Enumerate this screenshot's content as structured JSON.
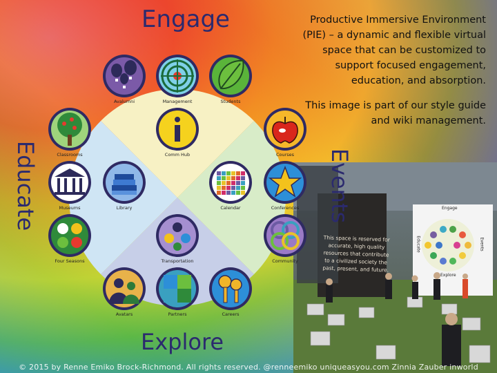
{
  "sections": {
    "engage": "Engage",
    "educate": "Educate",
    "explore": "Explore",
    "events": "Events"
  },
  "description": {
    "p1": "Productive Immersive Environment (PIE) – a dynamic and flexible virtual space that can be customized to support focused engagement, education, and absorption.",
    "p2": "This image is part of our style guide and wiki management."
  },
  "icons": [
    {
      "label": "Avalumni",
      "icon": "hot-air-balloons-icon"
    },
    {
      "label": "Management",
      "icon": "radar-grid-icon"
    },
    {
      "label": "Students",
      "icon": "leaf-icon"
    },
    {
      "label": "Classrooms",
      "icon": "apple-tree-icon"
    },
    {
      "label": "Comm Hub",
      "icon": "info-icon"
    },
    {
      "label": "Courses",
      "icon": "apple-icon"
    },
    {
      "label": "Museums",
      "icon": "museum-columns-icon"
    },
    {
      "label": "Library",
      "icon": "books-icon"
    },
    {
      "label": "Calendar",
      "icon": "calendar-grid-icon"
    },
    {
      "label": "Conferences",
      "icon": "star-icon"
    },
    {
      "label": "Four Seasons",
      "icon": "four-seasons-icon"
    },
    {
      "label": "Transportation",
      "icon": "transportation-icon"
    },
    {
      "label": "Community",
      "icon": "celtic-knot-icon"
    },
    {
      "label": "Avatars",
      "icon": "people-silhouettes-icon"
    },
    {
      "label": "Partners",
      "icon": "puzzle-pieces-icon"
    },
    {
      "label": "Careers",
      "icon": "keys-icon"
    }
  ],
  "screenshot": {
    "board_text": "This space is reserved for accurate, high quality resources that contribute to a civilized society the past, present, and future.",
    "mini": {
      "engage": "Engage",
      "explore": "Explore",
      "educate": "Educate",
      "events": "Events"
    }
  },
  "footer": "© 2015 by Renne Emiko Brock-Richmond. All rights reserved. @renneemiko  uniqueasyou.com  Zinnia Zauber inworld",
  "colors": {
    "quadrant_engage": "#f7f1c4",
    "quadrant_educate": "#cfe5f4",
    "quadrant_explore": "#c7cfe8",
    "quadrant_events": "#d8ecc8",
    "title": "#2b2a6e",
    "icon_border": "#2f2a63"
  }
}
